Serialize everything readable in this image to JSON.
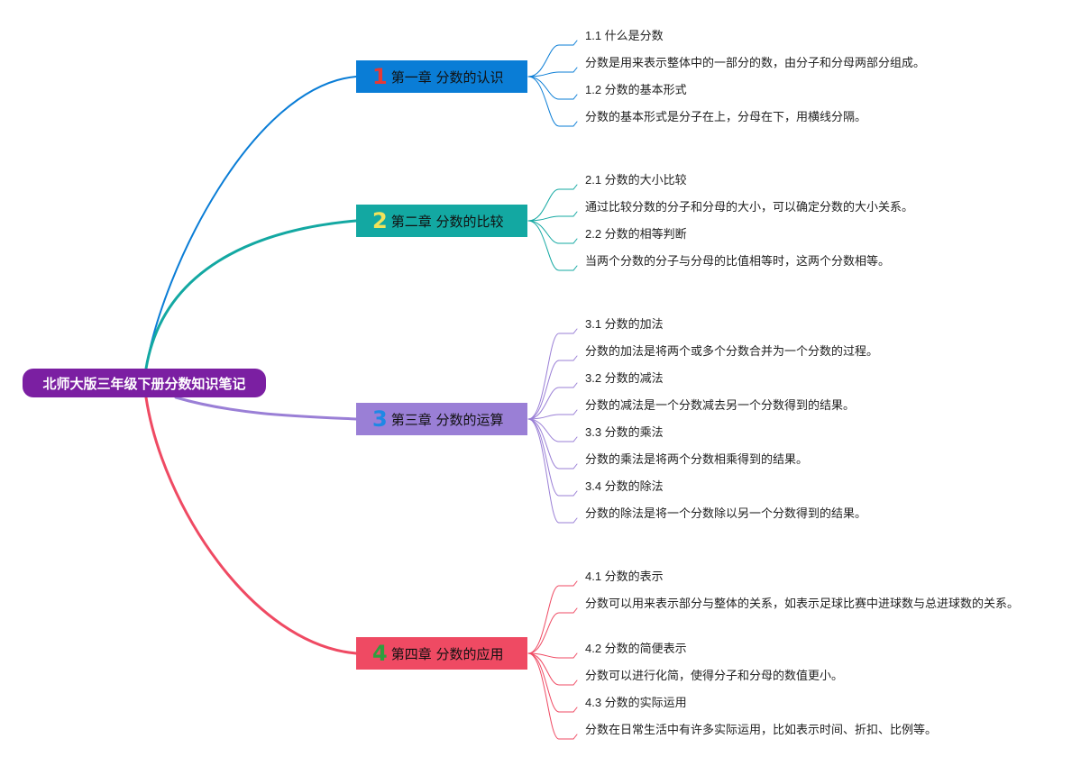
{
  "root": {
    "label": "北师大版三年级下册分数知识笔记",
    "color": "#7b1fa2"
  },
  "branches": [
    {
      "num": "1",
      "label": "第一章 分数的认识",
      "color": "#0a7dd6",
      "num_color": "#e53935",
      "leaves": [
        "1.1 什么是分数",
        "分数是用来表示整体中的一部分的数，由分子和分母两部分组成。",
        "1.2 分数的基本形式",
        "分数的基本形式是分子在上，分母在下，用横线分隔。"
      ]
    },
    {
      "num": "2",
      "label": "第二章 分数的比较",
      "color": "#13a8a2",
      "num_color": "#f2e35a",
      "leaves": [
        "2.1 分数的大小比较",
        "通过比较分数的分子和分母的大小，可以确定分数的大小关系。",
        "2.2 分数的相等判断",
        "当两个分数的分子与分母的比值相等时，这两个分数相等。"
      ]
    },
    {
      "num": "3",
      "label": "第三章 分数的运算",
      "color": "#9a7fd6",
      "num_color": "#1e88e5",
      "leaves": [
        "3.1 分数的加法",
        "分数的加法是将两个或多个分数合并为一个分数的过程。",
        "3.2 分数的减法",
        "分数的减法是一个分数减去另一个分数得到的结果。",
        "3.3 分数的乘法",
        "分数的乘法是将两个分数相乘得到的结果。",
        "3.4 分数的除法",
        "分数的除法是将一个分数除以另一个分数得到的结果。"
      ]
    },
    {
      "num": "4",
      "label": "第四章 分数的应用",
      "color": "#ef4a63",
      "num_color": "#2e9e3e",
      "leaves": [
        "4.1 分数的表示",
        "分数可以用来表示部分与整体的关系，如表示足球比赛中进球数与总进球数的关系。",
        "4.2 分数的简便表示",
        "分数可以进行化简，使得分子和分母的数值更小。",
        "4.3 分数的实际运用",
        "分数在日常生活中有许多实际运用，比如表示时间、折扣、比例等。"
      ]
    }
  ]
}
